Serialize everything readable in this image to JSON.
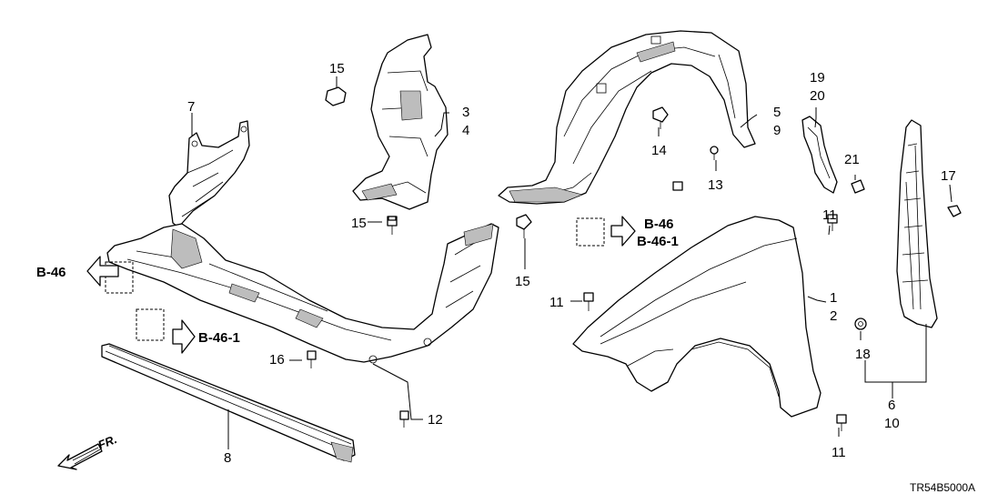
{
  "diagram": {
    "code": "TR54B5000A",
    "front_label": "FR.",
    "labels": {
      "p1": "1",
      "p2": "2",
      "p3": "3",
      "p4": "4",
      "p5": "5",
      "p6": "6",
      "p7": "7",
      "p8": "8",
      "p9": "9",
      "p10": "10",
      "p11a": "11",
      "p11b": "11",
      "p11c": "11",
      "p12": "12",
      "p13": "13",
      "p14": "14",
      "p15a": "15",
      "p15b": "15",
      "p15c": "15",
      "p16": "16",
      "p17": "17",
      "p18": "18",
      "p19": "19",
      "p20": "20",
      "p21": "21"
    },
    "refs": {
      "b46_left": "B-46",
      "b461_left": "B-46-1",
      "b46_right": "B-46",
      "b461_right": "B-46-1"
    }
  }
}
